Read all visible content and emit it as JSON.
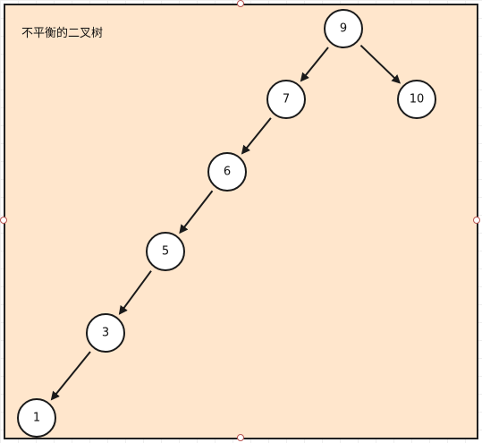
{
  "diagram": {
    "title": "不平衡的二叉树",
    "colors": {
      "container_fill": "#ffe6cc",
      "container_border": "#222222",
      "node_fill": "#ffffff",
      "node_stroke": "#1a1a1a",
      "handle_stroke": "#b85450"
    },
    "nodes": [
      {
        "id": "n9",
        "label": "9"
      },
      {
        "id": "n7",
        "label": "7"
      },
      {
        "id": "n10",
        "label": "10"
      },
      {
        "id": "n6",
        "label": "6"
      },
      {
        "id": "n5",
        "label": "5"
      },
      {
        "id": "n3",
        "label": "3"
      },
      {
        "id": "n1",
        "label": "1"
      }
    ],
    "edges": [
      {
        "from": "n9",
        "to": "n7"
      },
      {
        "from": "n9",
        "to": "n10"
      },
      {
        "from": "n7",
        "to": "n6"
      },
      {
        "from": "n6",
        "to": "n5"
      },
      {
        "from": "n5",
        "to": "n3"
      },
      {
        "from": "n3",
        "to": "n1"
      }
    ]
  }
}
